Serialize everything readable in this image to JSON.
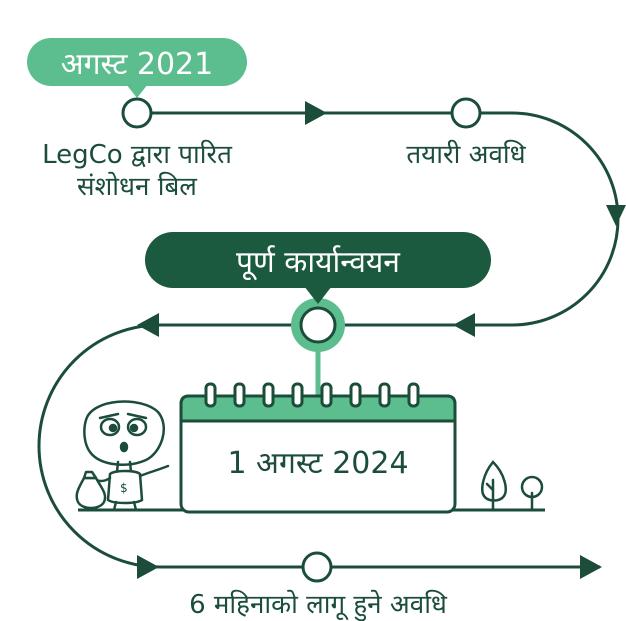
{
  "colors": {
    "dark_green": "#1b5a3f",
    "light_green": "#5cbd8f",
    "line": "#1b4d3a",
    "white": "#ffffff"
  },
  "start_bubble": {
    "text": "अगस्ट 2021"
  },
  "milestone_1": {
    "line1": "LegCo द्वारा पारित",
    "line2": "संशोधन बिल"
  },
  "milestone_2": {
    "text": "तयारी अवधि"
  },
  "center_bubble": {
    "text": "पूर्ण कार्यान्वयन"
  },
  "calendar": {
    "date": "1 अगस्ट 2024"
  },
  "bottom_label": {
    "text": "6 महिनाको लागू हुने अवधि"
  },
  "icons": [
    "calendar-icon",
    "cartoon-character-icon",
    "money-bag-icon",
    "tree-icon"
  ]
}
